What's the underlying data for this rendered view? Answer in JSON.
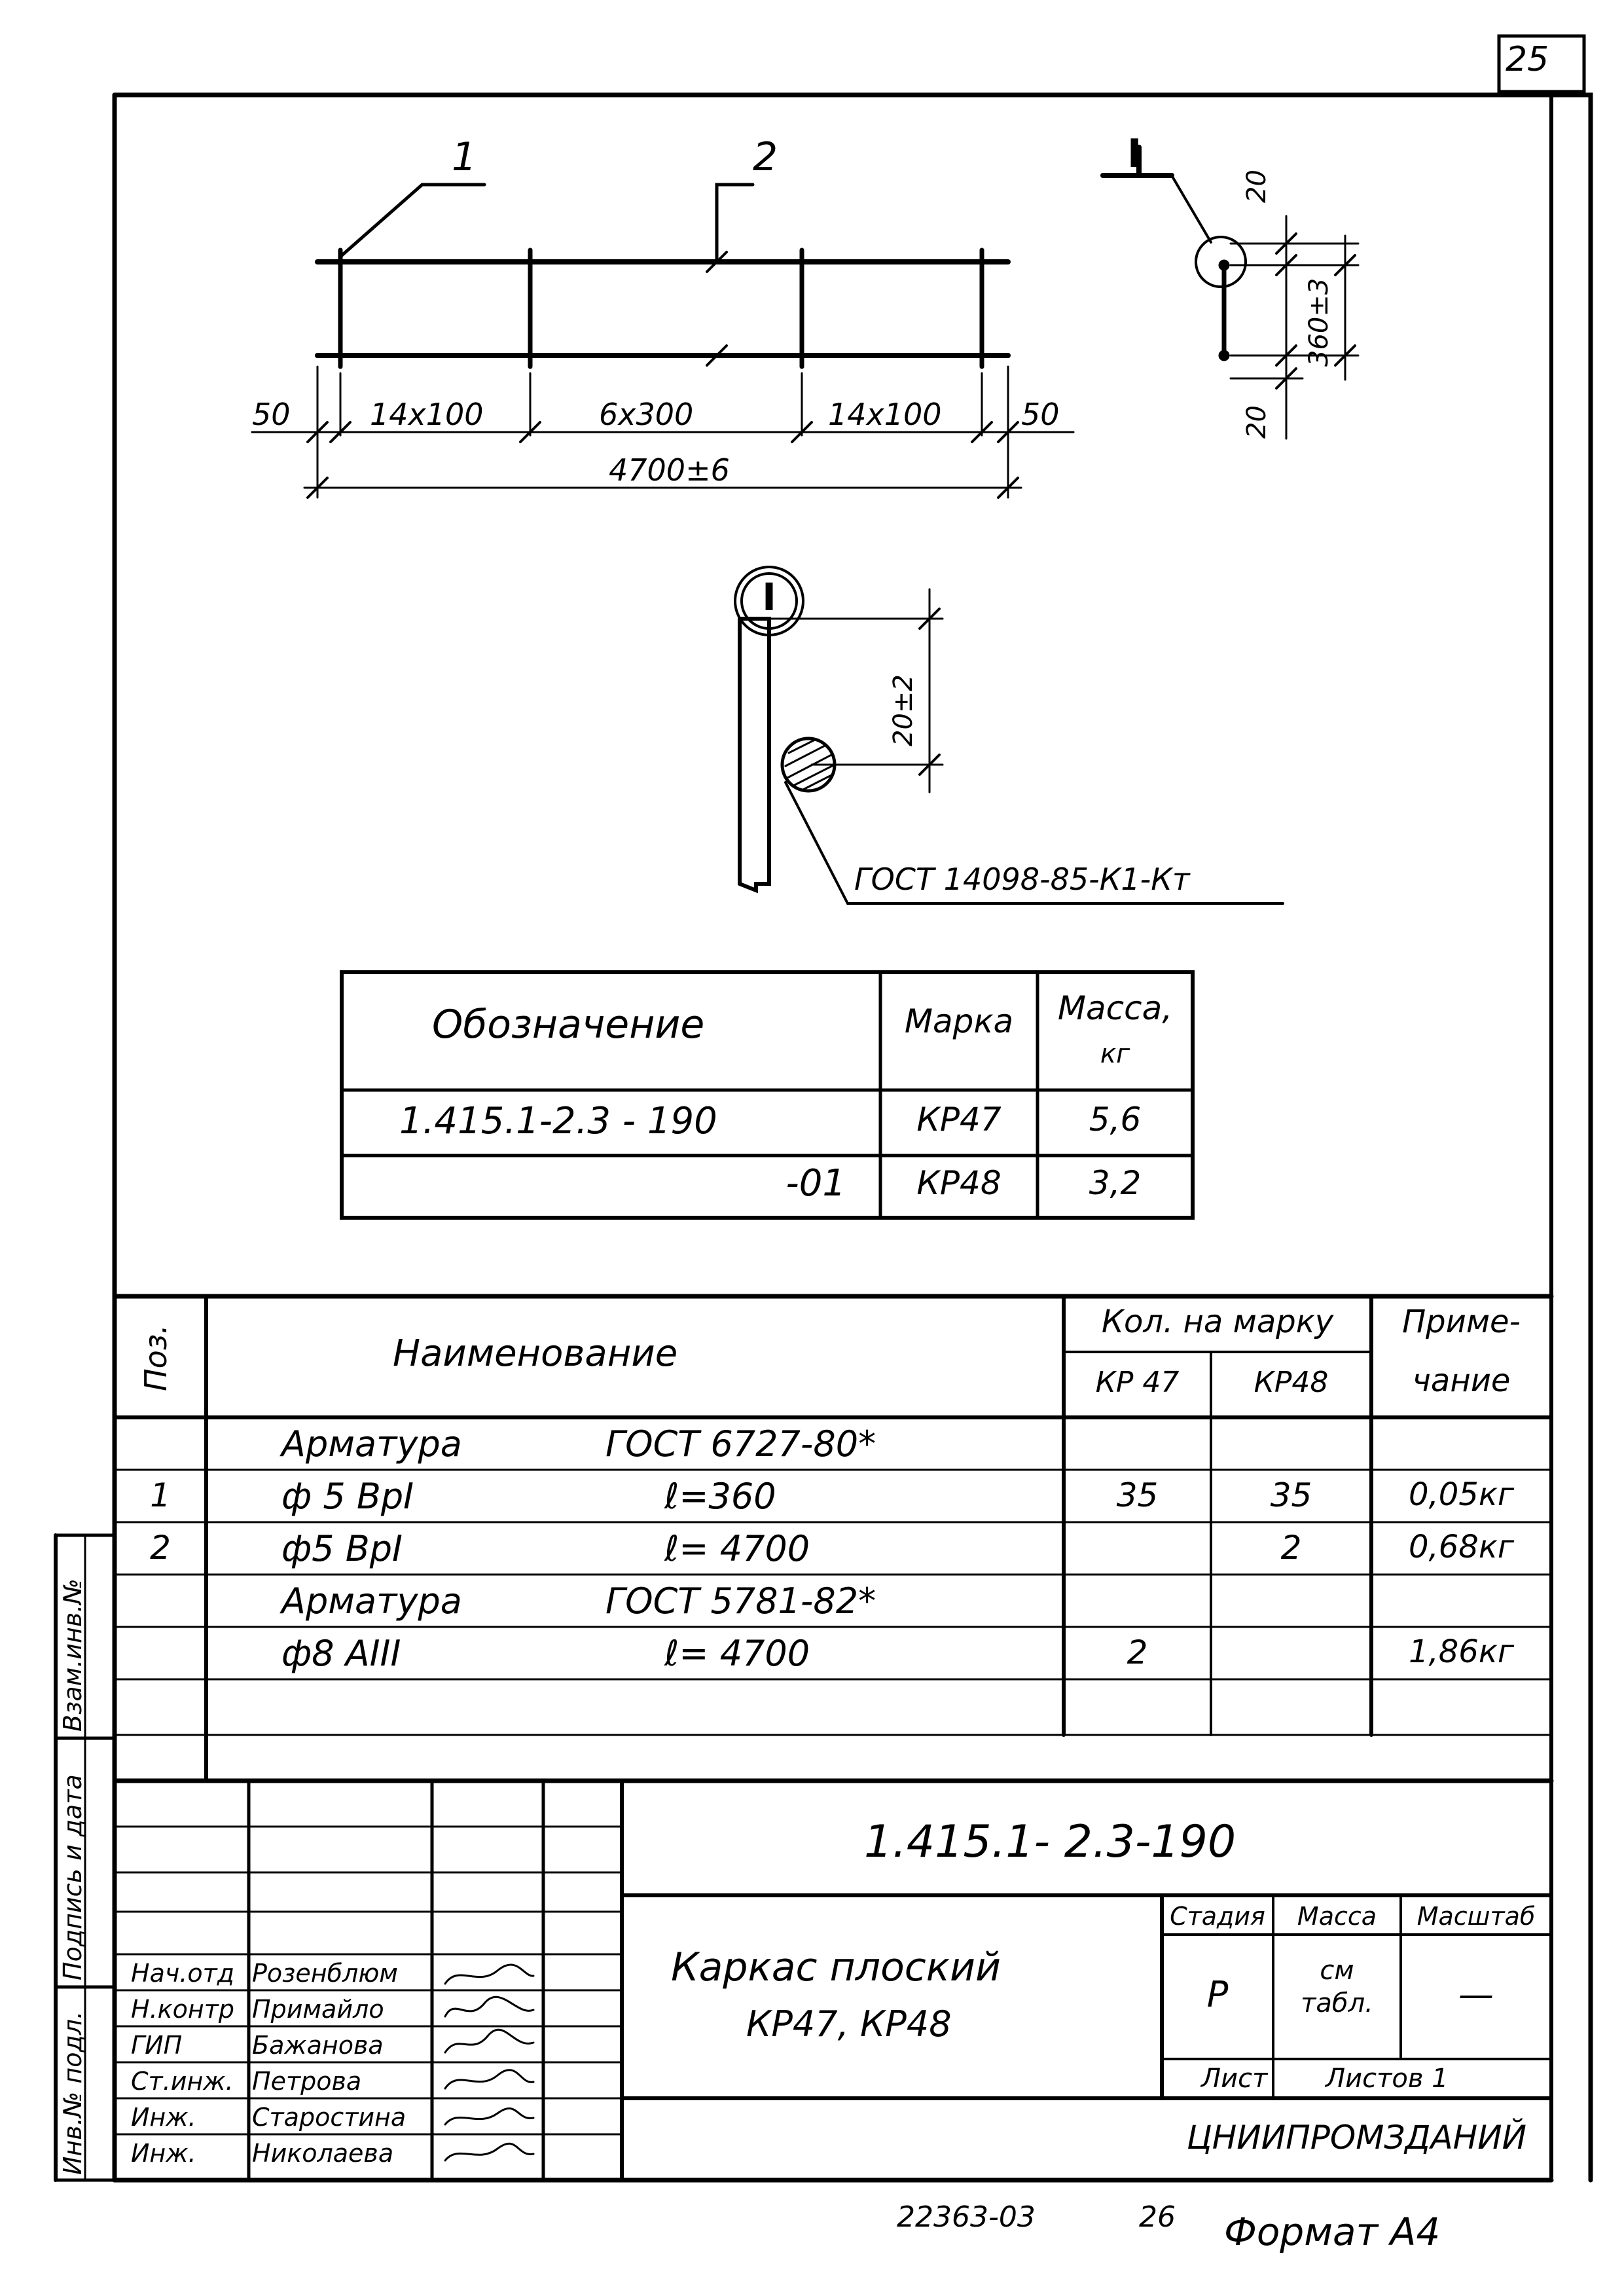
{
  "page_number": "25",
  "drawing": {
    "pos1": "1",
    "pos2": "2",
    "section_mark": "I",
    "dim_left_end": "50",
    "dim_seg1": "14x100",
    "dim_mid": "6x300",
    "dim_seg3": "14x100",
    "dim_right_end": "50",
    "dim_total": "4700±6",
    "dim_top": "20",
    "dim_height": "360±3",
    "dim_bottom": "20",
    "detail_mark": "I",
    "detail_dim": "20±2",
    "weld_standard": "ГОСТ 14098-85-К1-Кт"
  },
  "mark_table": {
    "headers": [
      "Обозначение",
      "Марка",
      "Масса,",
      "кг"
    ],
    "rows": [
      {
        "designation": "1.415.1-2.3 - 190",
        "mark": "КР47",
        "mass": "5,6"
      },
      {
        "designation": "-01",
        "mark": "КР48",
        "mass": "3,2"
      }
    ]
  },
  "spec_table": {
    "header_pos": "Поз.",
    "header_name": "Наименование",
    "header_qty": "Кол. на марку",
    "header_kr47": "КР 47",
    "header_kr48": "КР48",
    "header_note_1": "Приме-",
    "header_note_2": "чание",
    "rows": [
      {
        "pos": "",
        "name": "Арматура",
        "param": "ГОСТ 6727-80*",
        "q1": "",
        "q2": "",
        "note": ""
      },
      {
        "pos": "1",
        "name": "ф 5 ВрI",
        "param": "ℓ=360",
        "q1": "35",
        "q2": "35",
        "note": "0,05кг"
      },
      {
        "pos": "2",
        "name": "ф5 ВрI",
        "param": "ℓ= 4700",
        "q1": "",
        "q2": "2",
        "note": "0,68кг"
      },
      {
        "pos": "",
        "name": "Арматура",
        "param": "ГОСТ 5781-82*",
        "q1": "",
        "q2": "",
        "note": ""
      },
      {
        "pos": "",
        "name": "ф8 АIII",
        "param": "ℓ= 4700",
        "q1": "2",
        "q2": "",
        "note": "1,86кг"
      },
      {
        "pos": "",
        "name": "",
        "param": "",
        "q1": "",
        "q2": "",
        "note": ""
      }
    ]
  },
  "side_stamp": {
    "col1": "Взам.инв.№",
    "col2": "Подпись и дата",
    "col3": "Инв.№ подл."
  },
  "title_block": {
    "doc_code": "1.415.1- 2.3-190",
    "title_line1": "Каркас плоский",
    "title_line2": "КР47, КР48",
    "stage_label": "Стадия",
    "mass_label": "Масса",
    "scale_label": "Масштаб",
    "stage_value": "Р",
    "mass_value_1": "см",
    "mass_value_2": "табл.",
    "scale_value": "—",
    "sheet_label": "Лист",
    "sheets_label": "Листов 1",
    "organization": "ЦНИИПРОМЗДАНИЙ",
    "people": [
      {
        "role": "Нач.отд",
        "name": "Розенблюм"
      },
      {
        "role": "Н.контр",
        "name": "Примайло"
      },
      {
        "role": "ГИП",
        "name": "Бажанова"
      },
      {
        "role": "Ст.инж.",
        "name": "Петрова"
      },
      {
        "role": "Инж.",
        "name": "Старостина"
      },
      {
        "role": "Инж.",
        "name": "Николаева"
      }
    ]
  },
  "footer": {
    "code": "22363-03",
    "page": "26",
    "format": "Формат А4"
  }
}
